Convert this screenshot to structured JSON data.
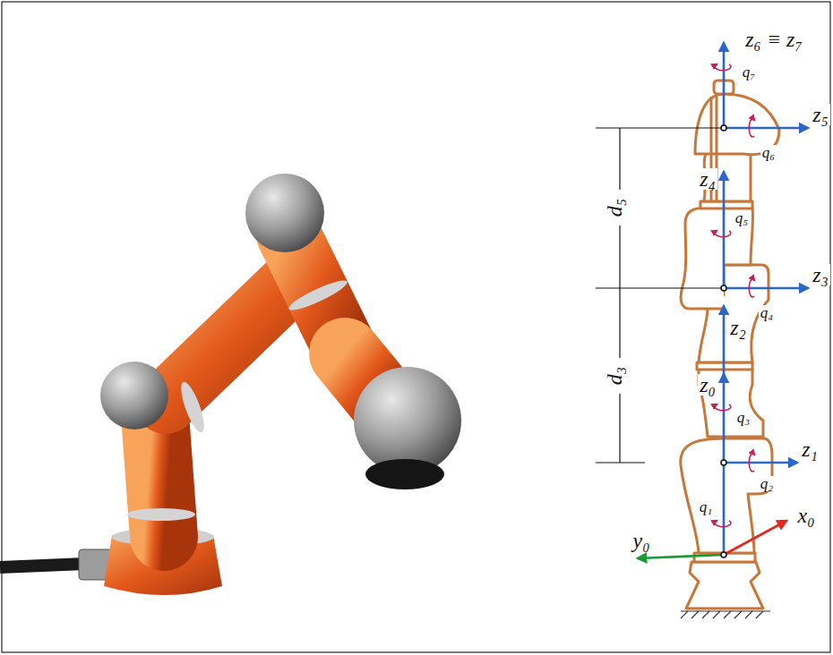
{
  "diagram": {
    "labels": [
      "z₆ ≡ z₇",
      "q₇",
      "z₅",
      "q₆",
      "z₄",
      "q₅",
      "d₅",
      "z₃",
      "q₄",
      "z₂",
      "d₃",
      "z₀",
      "q₃",
      "z₁",
      "q₂",
      "q₁",
      "x₀",
      "y₀"
    ]
  }
}
